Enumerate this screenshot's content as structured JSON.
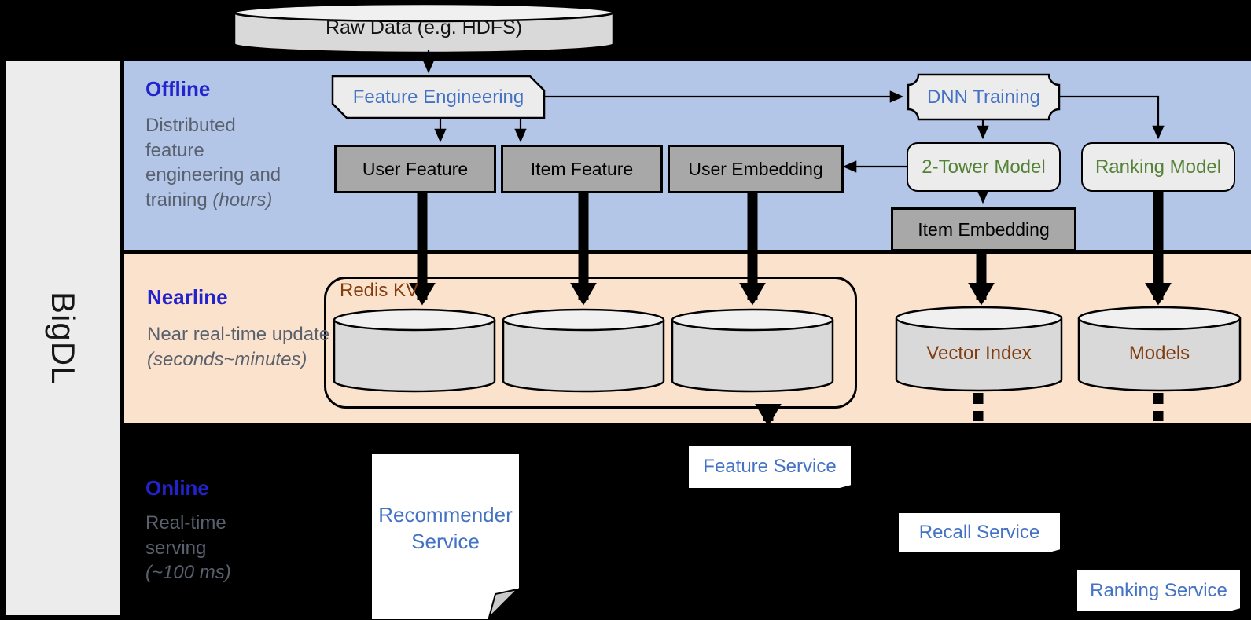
{
  "brand": {
    "label": "BigDL"
  },
  "source": {
    "label": "Raw Data (e.g. HDFS)"
  },
  "bands": {
    "offline": {
      "title": "Offline",
      "description": "Distributed feature engineering and training",
      "note": "(hours)"
    },
    "nearline": {
      "title": "Nearline",
      "description": "Near real-time update",
      "note": "(seconds~minutes)"
    },
    "online": {
      "title": "Online",
      "description": "Real-time serving",
      "note": "(~100 ms)"
    }
  },
  "nodes": {
    "offline": {
      "feature_engineering": "Feature Engineering",
      "dnn_training": "DNN Training",
      "user_feature": "User Feature",
      "item_feature": "Item Feature",
      "user_embedding": "User Embedding",
      "two_tower_model": "2-Tower Model",
      "ranking_model": "Ranking Model",
      "item_embedding": "Item Embedding"
    },
    "nearline": {
      "redis_kv": "Redis KV",
      "vector_index": "Vector Index",
      "models": "Models"
    },
    "online": {
      "recommender_service": "Recommender Service",
      "feature_service": "Feature Service",
      "recall_service": "Recall Service",
      "ranking_service": "Ranking Service"
    }
  },
  "colors": {
    "background": "#000000",
    "sidebar": "#ececec",
    "offline_band": "#b3c6e7",
    "nearline_band": "#fbe2cc",
    "shape_light": "#ececec",
    "shape_gray": "#a8a8a8",
    "cylinder_body": "#d9d9d9",
    "cylinder_top": "#f0f0f0",
    "accent_blue": "#4472c4",
    "accent_green": "#548235",
    "accent_brown": "#843c0c",
    "band_title": "#2323cd",
    "band_text": "#59616e"
  }
}
